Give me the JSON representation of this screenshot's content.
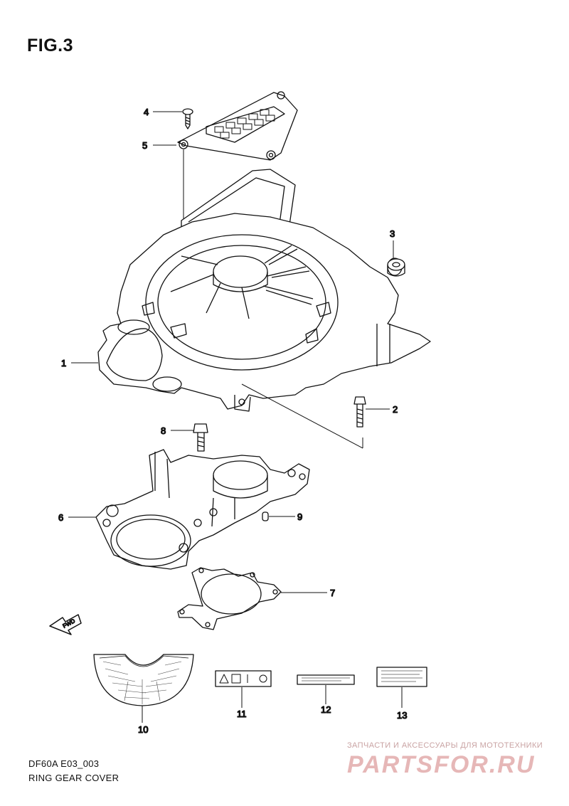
{
  "figure": {
    "title": "FIG.3"
  },
  "callouts": [
    {
      "id": "1",
      "label": "1"
    },
    {
      "id": "2",
      "label": "2"
    },
    {
      "id": "3",
      "label": "3"
    },
    {
      "id": "4",
      "label": "4"
    },
    {
      "id": "5",
      "label": "5"
    },
    {
      "id": "6",
      "label": "6"
    },
    {
      "id": "7",
      "label": "7"
    },
    {
      "id": "8",
      "label": "8"
    },
    {
      "id": "9",
      "label": "9"
    },
    {
      "id": "10",
      "label": "10"
    },
    {
      "id": "11",
      "label": "11"
    },
    {
      "id": "12",
      "label": "12"
    },
    {
      "id": "13",
      "label": "13"
    }
  ],
  "fwd_arrow": {
    "label": "FWD"
  },
  "footer": {
    "code": "DF60A E03_003",
    "caption": "RING GEAR COVER"
  },
  "watermark": {
    "tagline": "ЗАПЧАСТИ И АКСЕССУАРЫ ДЛЯ МОТОТЕХНИКИ",
    "logo": "PARTSFOR.RU",
    "color": "#e6b7b7"
  }
}
